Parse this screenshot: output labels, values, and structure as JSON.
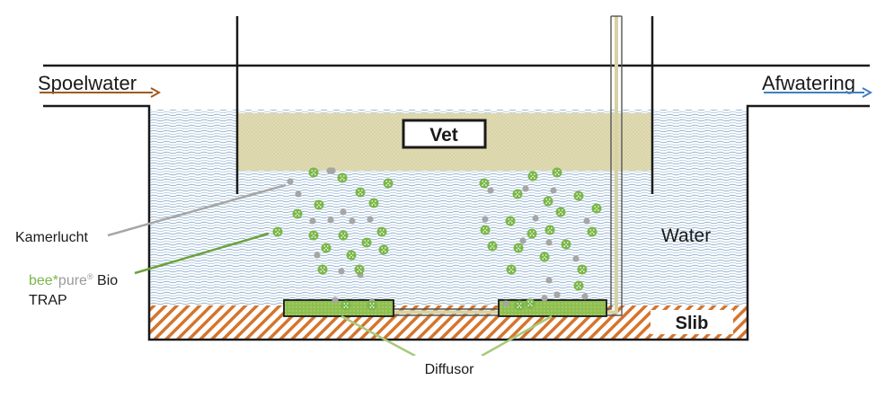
{
  "labels": {
    "inlet": "Spoelwater",
    "outlet": "Afwatering",
    "fat_layer": "Vet",
    "water": "Water",
    "sludge": "Slib",
    "room_air": "Kamerlucht",
    "brand_bee": "bee*",
    "brand_pure": "pure",
    "brand_reg": "®",
    "product_bio": " Bio",
    "product_trap": "TRAP",
    "diffusor": "Diffusor"
  },
  "colors": {
    "water_lines": "#8fb0cf",
    "fat_layer": "#d7d2a4",
    "sludge_hatch": "#d5742c",
    "bacteria_green": "#7ab648",
    "air_bubble": "#a6a6a6",
    "diffuser_fill": "#8fbf4f",
    "inlet_arrow": "#a05a1e",
    "outlet_arrow": "#3f7fc0",
    "bee_green": "#7ab648",
    "pure_gray": "#9a9a9a",
    "leader_gray": "#a6a6a6",
    "leader_green": "#6aa33c",
    "diffusor_leader": "#a9c97a"
  }
}
